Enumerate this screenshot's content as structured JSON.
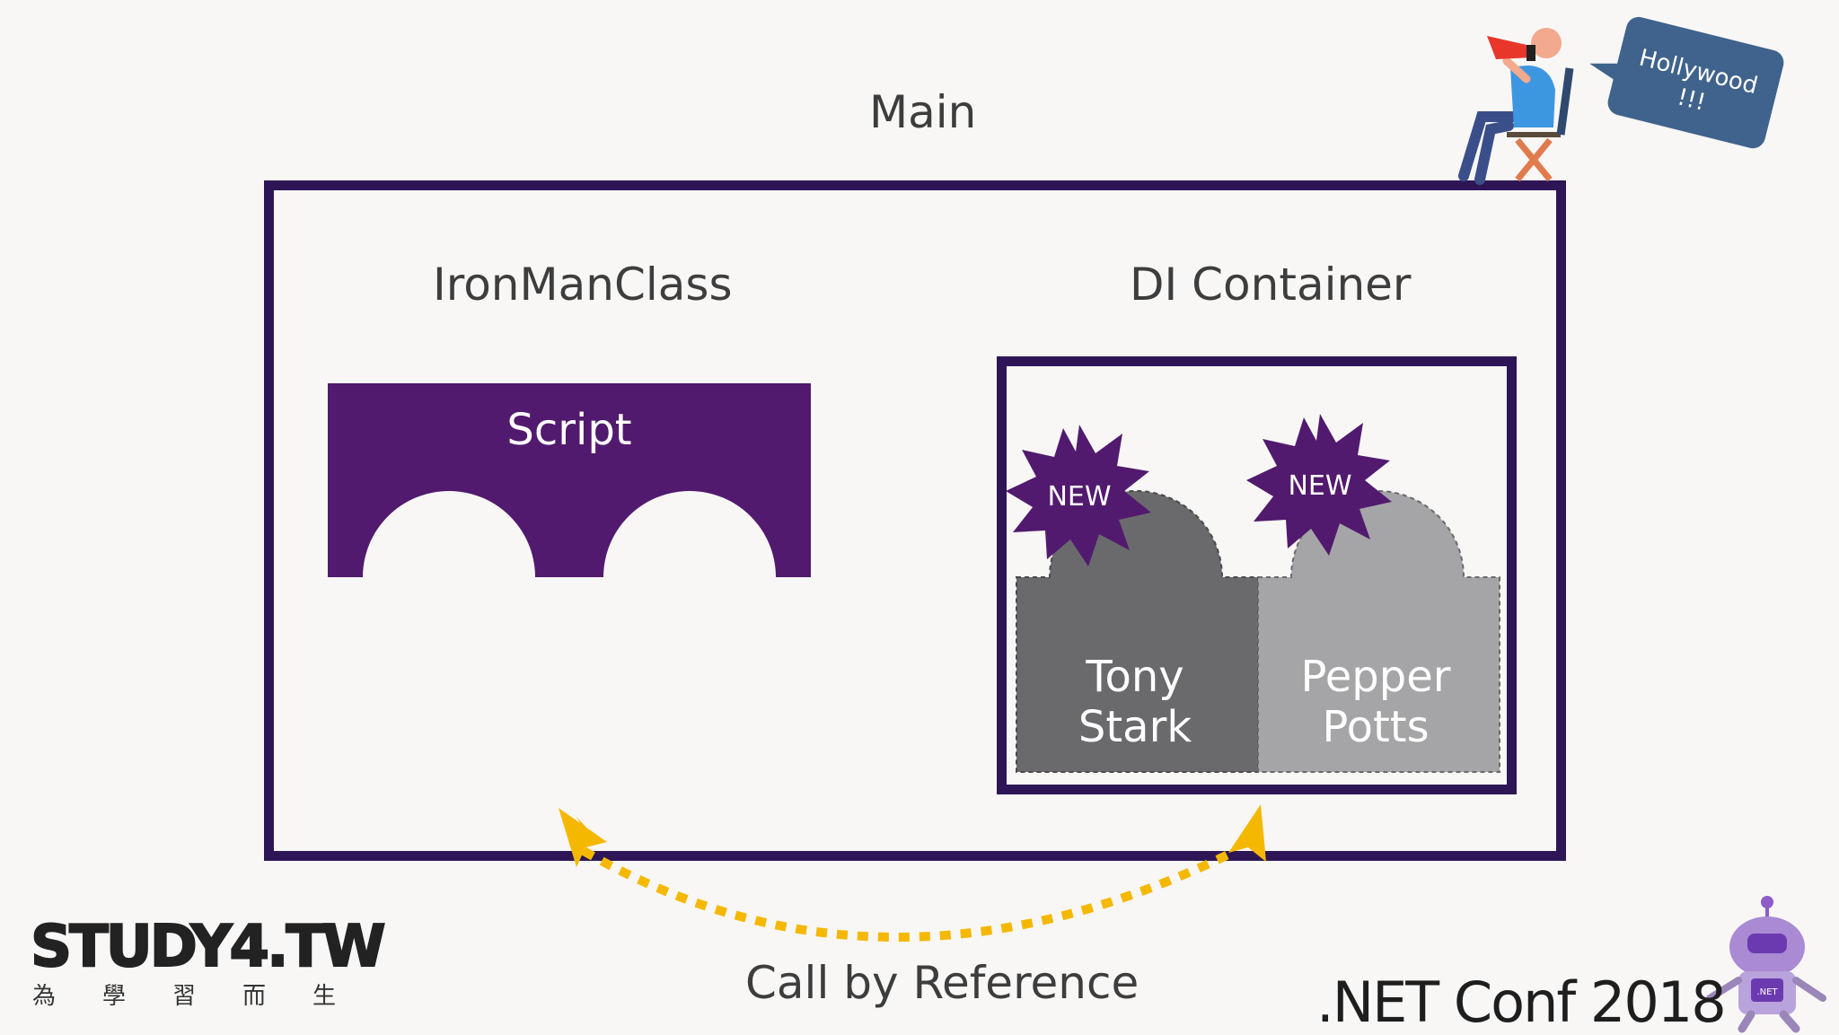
{
  "diagram": {
    "main_label": "Main",
    "ironman_label": "IronManClass",
    "di_label": "DI Container",
    "script_label": "Script",
    "new_badge_1": "NEW",
    "new_badge_2": "NEW",
    "piece_1_line1": "Tony",
    "piece_1_line2": "Stark",
    "piece_2_line1": "Pepper",
    "piece_2_line2": "Potts",
    "arrow_label": "Call by Reference",
    "speech_line1": "Hollywood",
    "speech_line2": "!!!"
  },
  "branding": {
    "study4_logo": "STUDY4.TW",
    "study4_tagline": [
      "為",
      "學",
      "習",
      "而",
      "生"
    ],
    "conf_logo": ".NET Conf 2018",
    "mascot_badge": ".NET"
  },
  "colors": {
    "purple_dark": "#2e1656",
    "purple_fill": "#521a6e",
    "gray_dark": "#6a6a6d",
    "gray_light": "#a5a5a7",
    "arrow_yellow": "#f5b800",
    "background": "#f8f7f6"
  },
  "icons": [
    "director-icon",
    "megaphone-icon",
    "speech-bubble-icon",
    "robot-mascot-icon",
    "starburst-icon"
  ]
}
